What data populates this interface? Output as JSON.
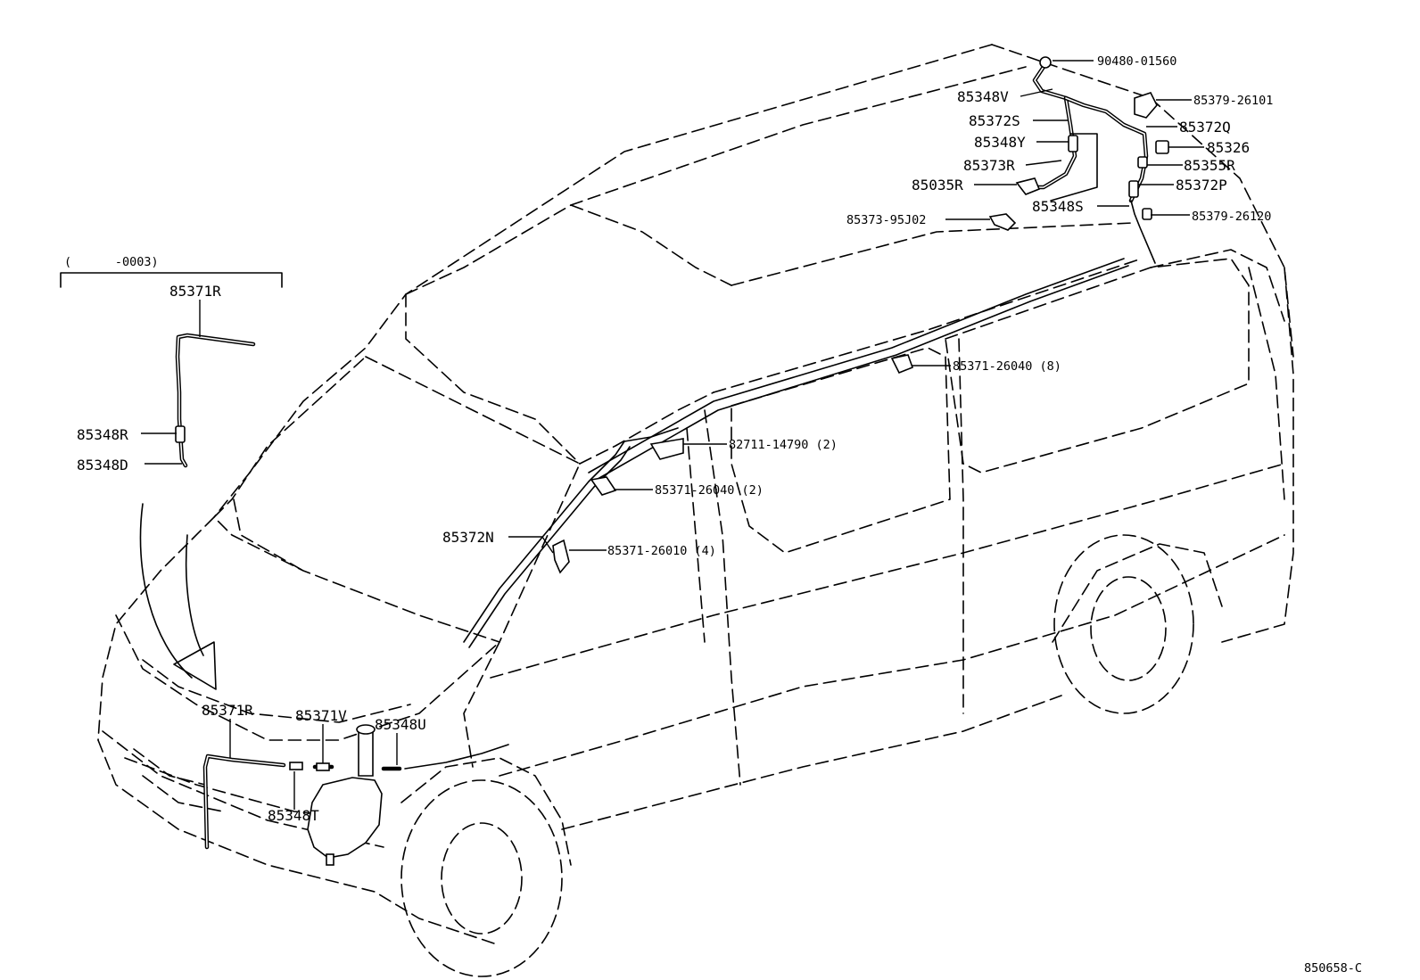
{
  "diagram_code": "850658-C",
  "inset": {
    "range": "(      -0003)",
    "parts": {
      "hose_top": "85371R",
      "joint": "85348R",
      "elbow": "85348D"
    }
  },
  "roof_parts": {
    "grommet": "90480-01560",
    "hose_v": "85348V",
    "hose_s": "85372S",
    "joint_y": "85348Y",
    "hose_r": "85373R",
    "valve": "85035R",
    "clip_95j02": "85373-95J02",
    "nozzle_cap": "85379-26101",
    "hose_q": "85372Q",
    "nozzle": "85326",
    "hose_355r": "85355R",
    "hose_p": "85372P",
    "joint_s": "85348S",
    "cap_26120": "85379-26120"
  },
  "body_parts": {
    "clamp_upper": "85371-26040 (8)",
    "bracket": "82711-14790 (2)",
    "clamp_mid": "85371-26040 (2)",
    "hose_n": "85372N",
    "clamp_low": "85371-26010 (4)"
  },
  "front_parts": {
    "hose_r": "85371R",
    "hose_v": "85371V",
    "joint_u": "85348U",
    "joint_t": "85348T"
  }
}
